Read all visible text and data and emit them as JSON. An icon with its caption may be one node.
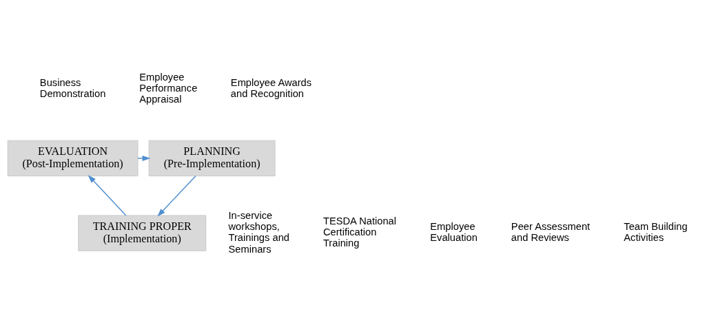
{
  "diagram": {
    "nodes": [
      {
        "text": [
          "EVALUATION",
          "(Post-Implementation)"
        ]
      },
      {
        "text": [
          "PLANNING",
          "(Pre-Implementation)"
        ]
      },
      {
        "text": [
          "TRAINING PROPER",
          "(Implementation)"
        ]
      }
    ],
    "edges": [
      {
        "from": 0,
        "to": 1,
        "arrow": "to"
      },
      {
        "from": 1,
        "to": 2,
        "arrow": "to"
      },
      {
        "from": 2,
        "to": 0,
        "arrow": "to"
      }
    ],
    "labels": [
      "Business Demonstration",
      "Employee Performance Appraisal",
      "Employee Awards and Recognition",
      "Employee Evaluation",
      "Peer Assessment and Reviews",
      "Team Building Activities",
      "In-service workshops, Trainings and Seminars",
      "TESDA National Certification Training"
    ]
  }
}
